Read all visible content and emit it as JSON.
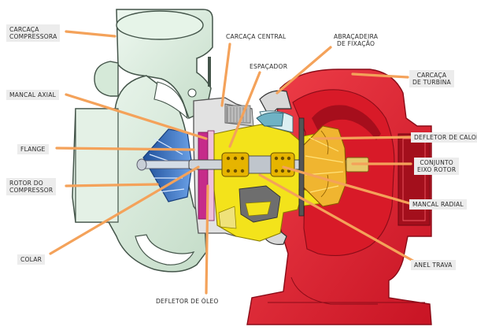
{
  "labels": {
    "carcaca_compressora": [
      "CARCAÇA",
      "COMPRESSORA"
    ],
    "carcaca_central": "CARCAÇA CENTRAL",
    "abracadeira": [
      "ABRAÇADEIRA",
      "DE FIXAÇÃO"
    ],
    "espacador": "ESPAÇADOR",
    "carcaca_turbina": [
      "CARCAÇA",
      "DE TURBINA"
    ],
    "mancal_axial": "MANCAL AXIAL",
    "flange": "FLANGE",
    "rotor_compressor": [
      "ROTOR DO",
      "COMPRESSOR"
    ],
    "colar": "COLAR",
    "defletor_oleo": "DEFLETOR DE ÓLEO",
    "defletor_calor": "DEFLETOR DE CALOR",
    "conjunto_eixo": [
      "CONJUNTO",
      "EIXO ROTOR"
    ],
    "mancal_radial": "MANCAL RADIAL",
    "anel_trava": "ANEL TRAVA"
  },
  "colors": {
    "compressor_green": "#d9ecdc",
    "compressor_outline": "#4a5a4e",
    "turbine_red": "#e8202e",
    "turbine_dark": "#b01020",
    "center_yellow": "#f2e21a",
    "rotor_blue": "#2f6fc4",
    "callout_orange": "#f4a25a",
    "label_bg": "#ececec"
  }
}
